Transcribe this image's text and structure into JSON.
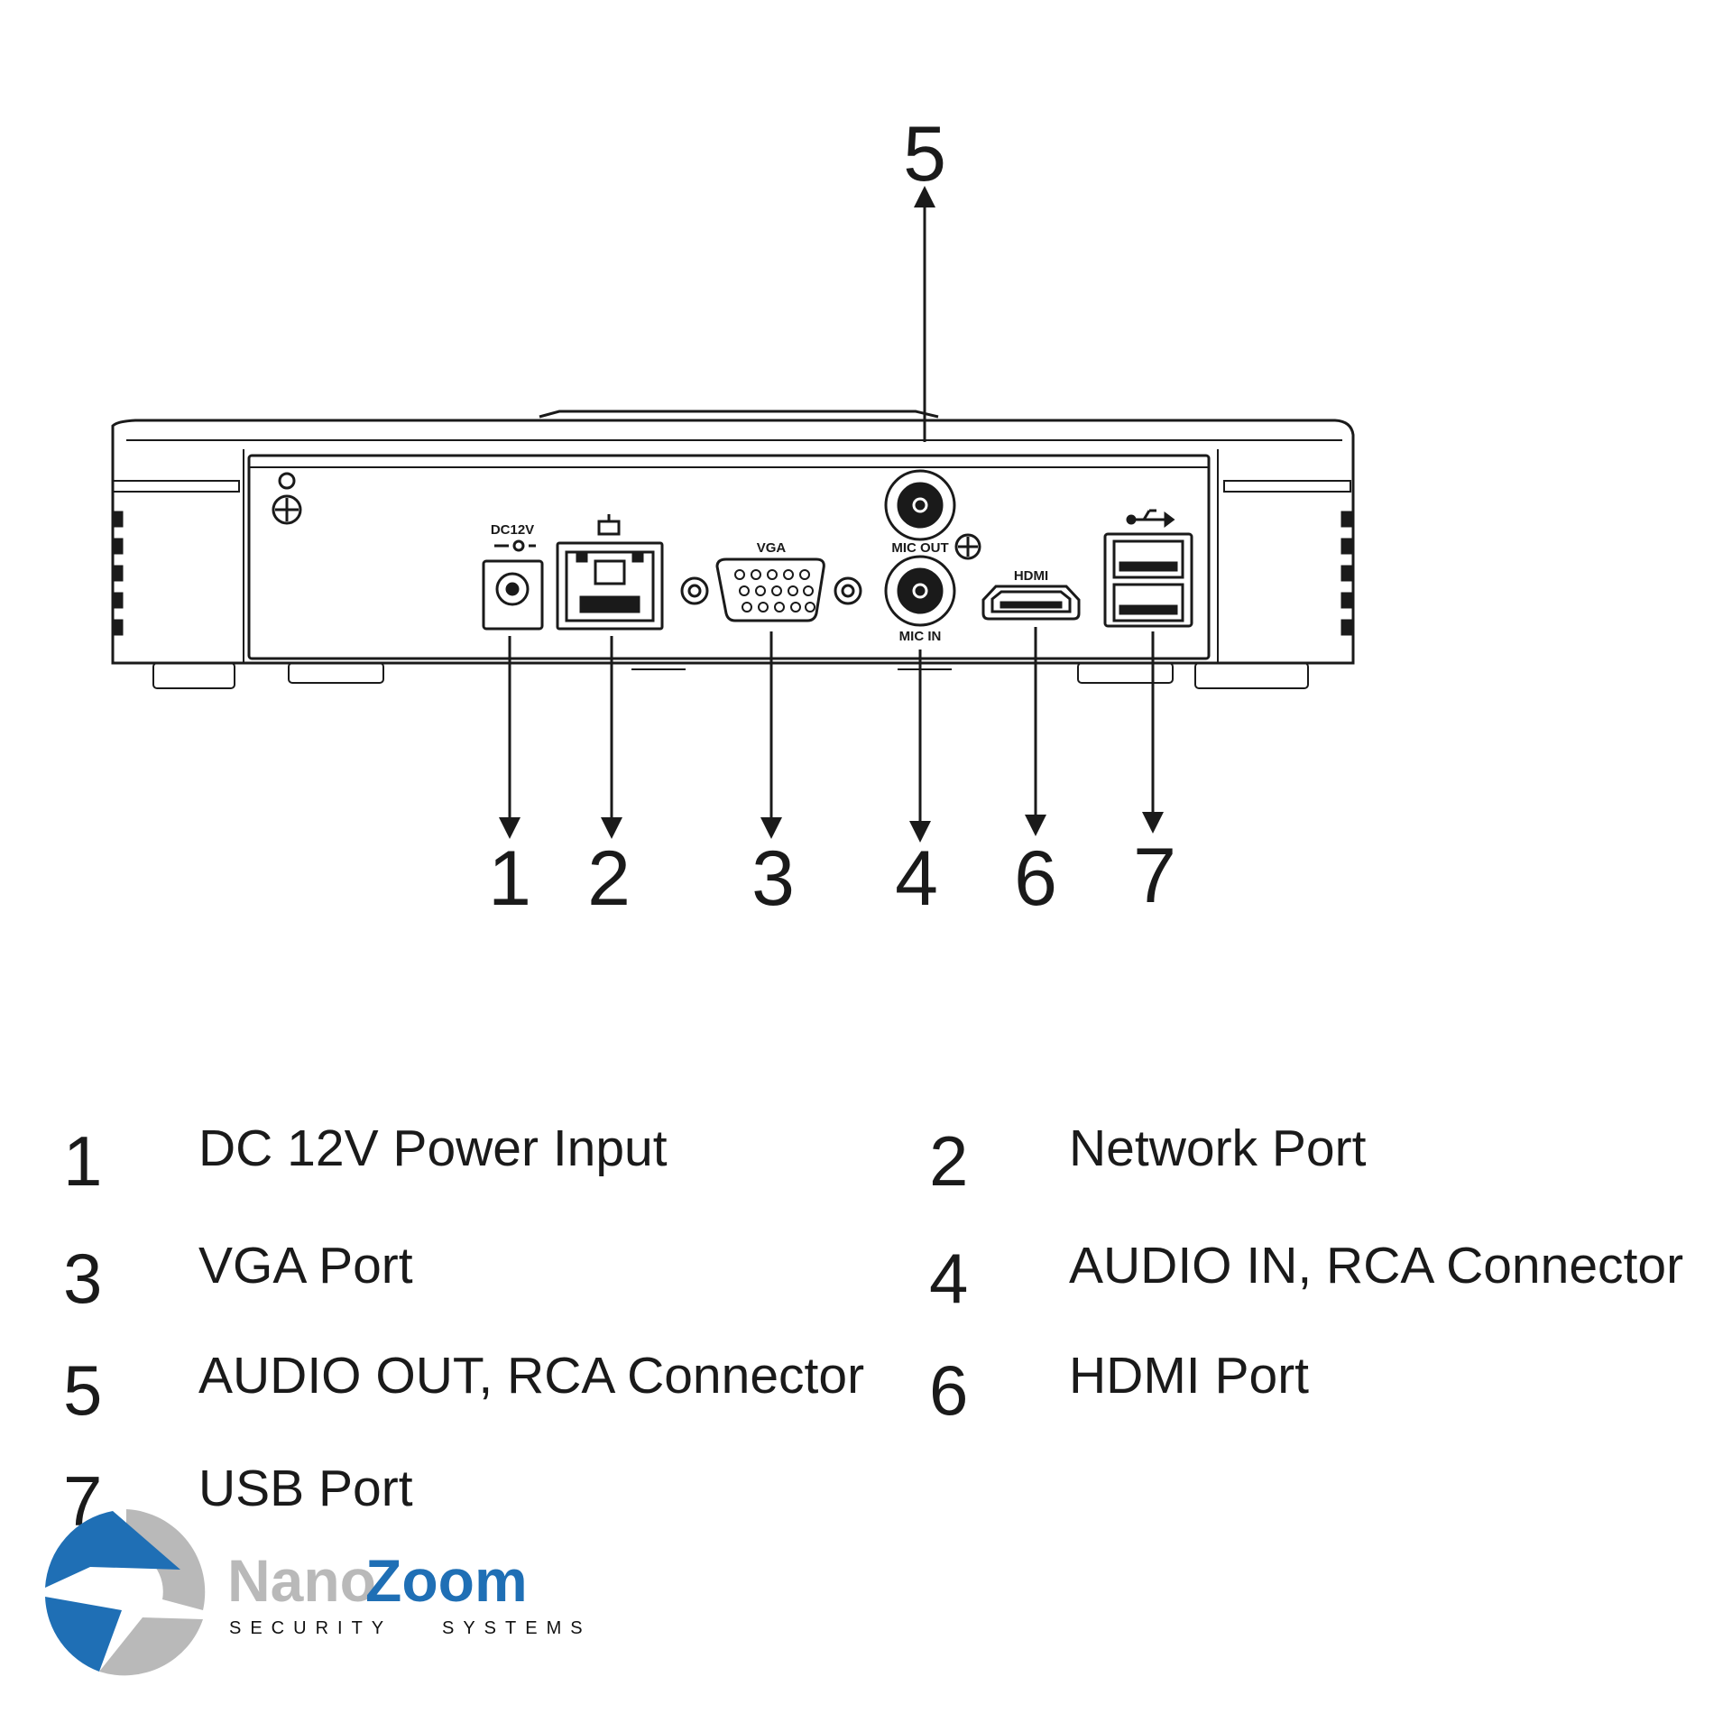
{
  "callouts": [
    "5",
    "1",
    "2",
    "3",
    "4",
    "6",
    "7"
  ],
  "port_labels": {
    "dc": "DC12V",
    "vga": "VGA",
    "mic_out": "MIC OUT",
    "mic_in": "MIC IN",
    "hdmi": "HDMI"
  },
  "legend": [
    {
      "num": "1",
      "text": "DC 12V Power Input"
    },
    {
      "num": "2",
      "text": "Network Port"
    },
    {
      "num": "3",
      "text": "VGA Port"
    },
    {
      "num": "4",
      "text": "AUDIO IN, RCA Connector"
    },
    {
      "num": "5",
      "text": "AUDIO OUT, RCA Connector"
    },
    {
      "num": "6",
      "text": "HDMI Port"
    },
    {
      "num": "7",
      "text": "USB Port"
    }
  ],
  "logo": {
    "word1": "Nano",
    "word2": "Zoom",
    "tag_left": "SECURITY",
    "tag_right": "SYSTEMS",
    "colors": {
      "blue": "#1f6fb5",
      "gray": "#b9b9b9"
    }
  }
}
